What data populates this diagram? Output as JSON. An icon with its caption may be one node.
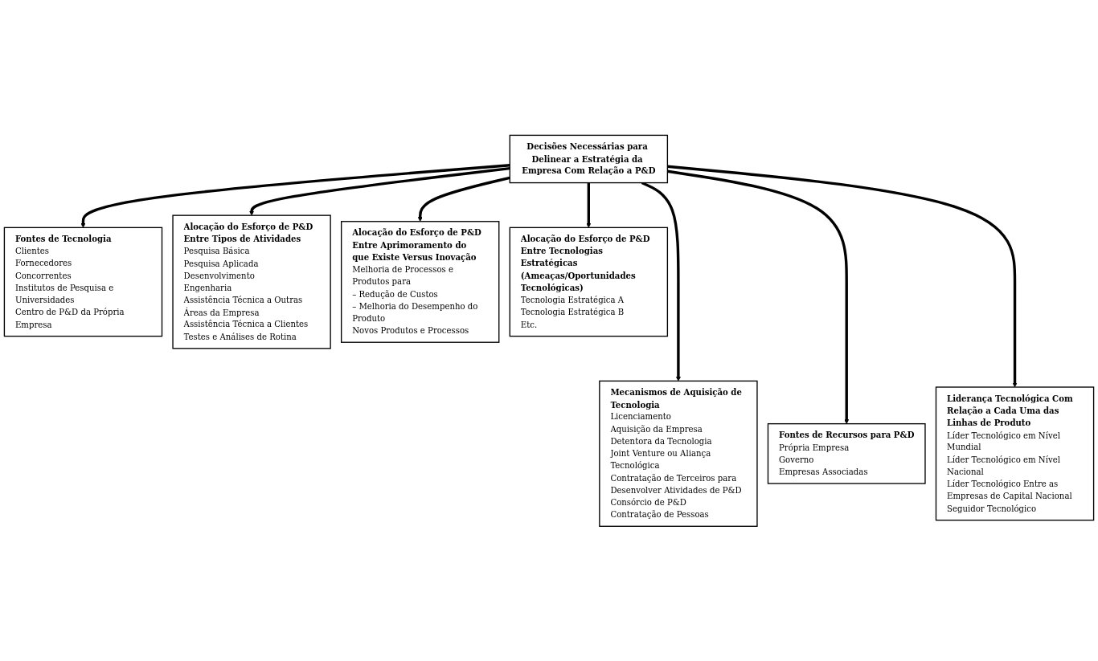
{
  "diagram": {
    "nodes": [
      {
        "text": [
          "Fontes de Tecnologia",
          "Clientes",
          "Fornecedores",
          "Concorrentes",
          "Institutos de Pesquisa e Universidades",
          "Centro de P&D da Própria Empresa"
        ]
      },
      {
        "text": [
          "Alocação do Esforço de P&D Entre Tipos de Atividades",
          "Pesquisa Básica",
          "Pesquisa Aplicada",
          "Desenvolvimento",
          "Engenharia",
          "Assistência Técnica a Outras Áreas da Empresa",
          "Assistência Técnica a Clientes",
          "Testes e Análises de Rotina"
        ]
      },
      {
        "text": [
          "Alocação do Esforço de P&D Entre Aprimoramento do que Existe Versus Inovação",
          "Melhoria de Processos e Produtos para",
          "– Redução de Custos",
          "– Melhoria do Desempenho do Produto",
          "Novos Produtos e Processos"
        ]
      },
      {
        "text": [
          "Alocação do Esforço de P&D Entre Tecnologias Estratégicas (Ameaças/Oportunidades Tecnológicas)",
          "Tecnologia Estratégica A",
          "Tecnologia Estratégica B",
          "Etc."
        ]
      },
      {
        "text": [
          "Mecanismos de Aquisição de Tecnologia",
          "Licenciamento",
          "Aquisição da Empresa Detentora da Tecnologia",
          "Joint Venture ou Aliança Tecnológica",
          "Contratação de Terceiros para Desenvolver Atividades de P&D",
          "Consórcio de P&D",
          "Contratação de Pessoas"
        ]
      },
      {
        "text": [
          "Decisões Necessárias para Delinear a Estratégia da Empresa Com Relação a P&D"
        ]
      },
      {
        "text": [
          "Fontes de Recursos para P&D",
          "Própria Empresa",
          "Governo",
          "Empresas Associadas"
        ]
      },
      {
        "text": [
          "Liderança Tecnológica Com Relação a Cada Uma das Linhas de Produto",
          "Líder Tecnológico em Nível Mundial",
          "Líder Tecnológico em Nível Nacional",
          "Líder Tecnológico Entre as Empresas de Capital Nacional",
          "Seguidor Tecnológico"
        ]
      }
    ],
    "edges": [
      {
        "from": 5,
        "to": 0,
        "arrow": "to"
      },
      {
        "from": 5,
        "to": 1,
        "arrow": "to"
      },
      {
        "from": 5,
        "to": 2,
        "arrow": "to"
      },
      {
        "from": 5,
        "to": 3,
        "arrow": "to"
      },
      {
        "from": 5,
        "to": 4,
        "arrow": "to"
      },
      {
        "from": 5,
        "to": 6,
        "arrow": "to"
      },
      {
        "from": 5,
        "to": 7,
        "arrow": "to"
      }
    ]
  }
}
